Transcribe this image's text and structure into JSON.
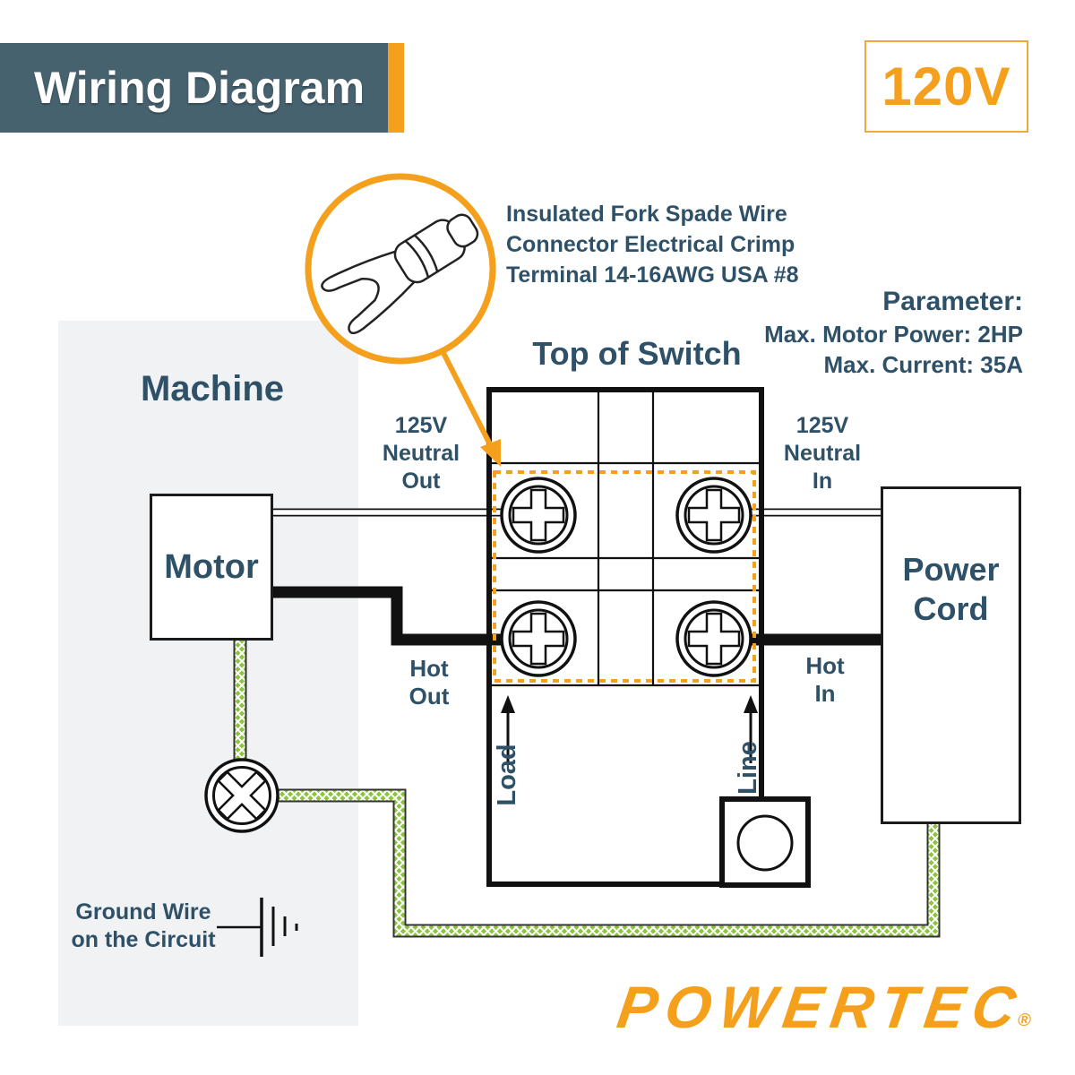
{
  "title_bar": {
    "title": "Wiring Diagram"
  },
  "voltage_badge": {
    "text": "120V"
  },
  "callout": {
    "lines": [
      "Insulated Fork Spade Wire",
      "Connector Electrical Crimp",
      "Terminal 14-16AWG USA #8"
    ]
  },
  "parameters": {
    "heading": "Parameter:",
    "rows": [
      "Max. Motor Power: 2HP",
      "Max. Current: 35A"
    ]
  },
  "diagram": {
    "switch_title": "Top of Switch",
    "machine_label": "Machine",
    "motor_label": "Motor",
    "power_cord": [
      "Power",
      "Cord"
    ],
    "neutral_out": [
      "125V",
      "Neutral",
      "Out"
    ],
    "neutral_in": [
      "125V",
      "Neutral",
      "In"
    ],
    "hot_out": [
      "Hot",
      "Out"
    ],
    "hot_in": [
      "Hot",
      "In"
    ],
    "load_label": "Load",
    "line_label": "Line",
    "ground_label": [
      "Ground Wire",
      "on the Circuit"
    ]
  },
  "brand": {
    "name": "POWERTEC",
    "registered_mark": "®"
  },
  "colors": {
    "slate_text": "#2F5168",
    "header_bg": "#47626F",
    "accent_orange": "#F5A01D",
    "ground_wire_green": "#8CC63F",
    "wire_black": "#111111",
    "machine_bg": "#F1F2F4"
  }
}
